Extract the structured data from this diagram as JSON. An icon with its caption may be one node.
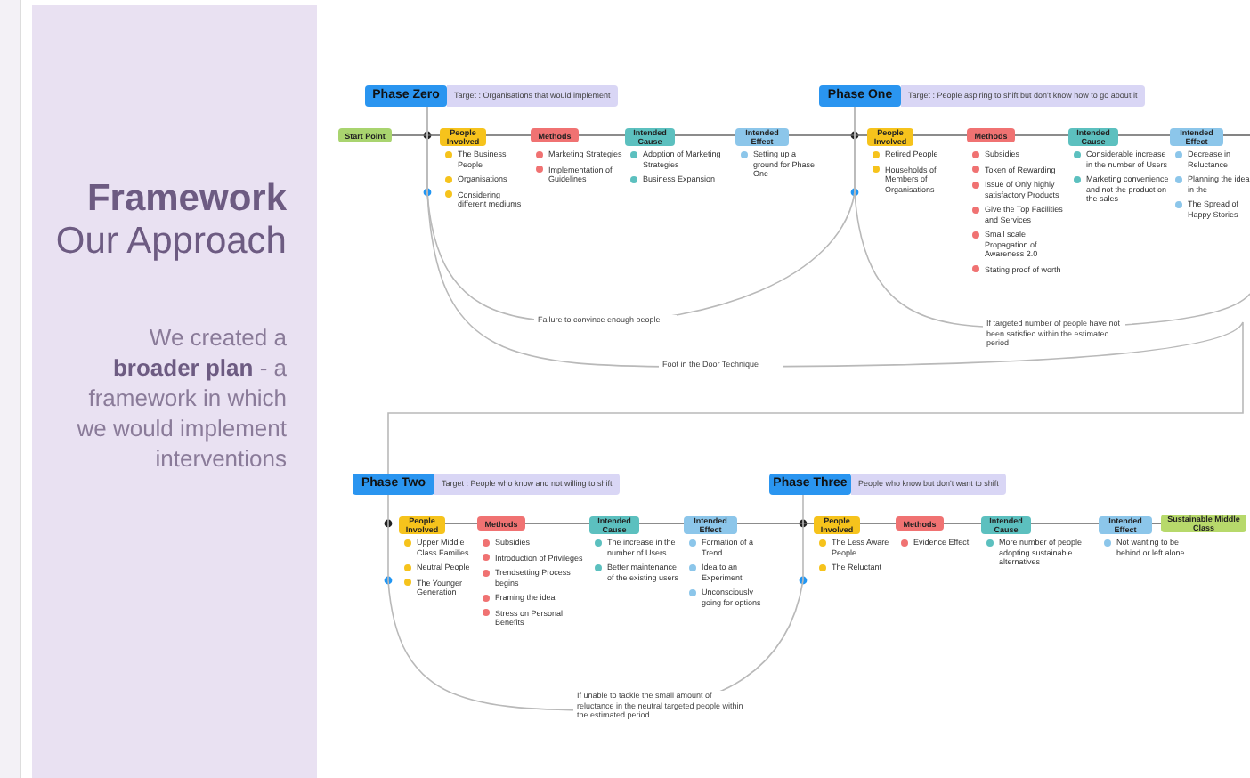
{
  "diagram": {
    "title": "Framework",
    "nodes": [
      {
        "text": [
          "Start Point"
        ]
      },
      {
        "text": [
          "Phase Zero",
          "Target : Organisations that would implement"
        ]
      },
      {
        "text": [
          "People Involved"
        ],
        "beside": [
          "The Business People",
          "Organisations",
          "Considering different mediums"
        ]
      },
      {
        "text": [
          "Methods"
        ],
        "beside": [
          "Marketing Strategies",
          "Implementation of Guidelines"
        ]
      },
      {
        "text": [
          "Intended Cause"
        ],
        "beside": [
          "Adoption of Marketing Strategies",
          "Business Expansion"
        ]
      },
      {
        "text": [
          "Intended Effect"
        ],
        "beside": [
          "Setting up a ground for Phase One"
        ]
      },
      {
        "text": [
          "Phase One",
          "Target : People aspiring to shift but don't know how to go about it"
        ]
      },
      {
        "text": [
          "People Involved"
        ],
        "beside": [
          "Retired People",
          "Households of Members of Organisations"
        ]
      },
      {
        "text": [
          "Methods"
        ],
        "beside": [
          "Subsidies",
          "Token of Rewarding",
          "Issue of Only highly satisfactory Products",
          "Give the Top Facilities and Services",
          "Small scale Propagation of Awareness 2.0",
          "Stating proof of worth"
        ]
      },
      {
        "text": [
          "Intended Cause"
        ],
        "beside": [
          "Considerable increase in the number of Users",
          "Marketing convenience and not the product on the sales"
        ]
      },
      {
        "text": [
          "Intended Effect"
        ],
        "beside": [
          "Decrease in Reluctance",
          "Planning the idea in the",
          "The Spread of Happy Stories"
        ]
      },
      {
        "text": [
          "Phase Two",
          "Target : People who know and not willing to shift"
        ]
      },
      {
        "text": [
          "People Involved"
        ],
        "beside": [
          "Upper Middle Class Families",
          "Neutral People",
          "The Younger Generation"
        ]
      },
      {
        "text": [
          "Methods"
        ],
        "beside": [
          "Subsidies",
          "Introduction of Privileges",
          "Trendsetting Process begins",
          "Framing the idea",
          "Stress on Personal Benefits"
        ]
      },
      {
        "text": [
          "Intended Cause"
        ],
        "beside": [
          "The increase in the number of Users",
          "Better maintenance of the existing users"
        ]
      },
      {
        "text": [
          "Intended Effect"
        ],
        "beside": [
          "Formation of a Trend",
          "Idea to an Experiment",
          "Unconsciously going for options"
        ]
      },
      {
        "text": [
          "Phase Three",
          "People who know but don't want to shift"
        ]
      },
      {
        "text": [
          "People Involved"
        ],
        "beside": [
          "The Less Aware People",
          "The Reluctant"
        ]
      },
      {
        "text": [
          "Methods"
        ],
        "beside": [
          "Evidence Effect"
        ]
      },
      {
        "text": [
          "Intended Cause"
        ],
        "beside": [
          "More number of people adopting sustainable alternatives"
        ]
      },
      {
        "text": [
          "Intended Effect"
        ],
        "beside": [
          "Not wanting to be behind or left alone"
        ]
      },
      {
        "text": [
          "Sustainable Middle Class"
        ]
      }
    ],
    "edges": [
      {
        "from": 0,
        "to": 2,
        "arrow": "none"
      },
      {
        "from": 2,
        "to": 3,
        "arrow": "none"
      },
      {
        "from": 3,
        "to": 4,
        "arrow": "none"
      },
      {
        "from": 4,
        "to": 5,
        "arrow": "none"
      },
      {
        "from": 5,
        "to": 7,
        "arrow": "none"
      },
      {
        "from": 7,
        "to": 8,
        "arrow": "none"
      },
      {
        "from": 8,
        "to": 9,
        "arrow": "none"
      },
      {
        "from": 9,
        "to": 10,
        "arrow": "none"
      },
      {
        "from": 10,
        "to": null,
        "arrow": "none"
      },
      {
        "from": 12,
        "to": 13,
        "arrow": "none"
      },
      {
        "from": 13,
        "to": 14,
        "arrow": "none"
      },
      {
        "from": 14,
        "to": 15,
        "arrow": "none"
      },
      {
        "from": 15,
        "to": 17,
        "arrow": "none"
      },
      {
        "from": 17,
        "to": 18,
        "arrow": "none"
      },
      {
        "from": 18,
        "to": 19,
        "arrow": "none"
      },
      {
        "from": 19,
        "to": 20,
        "arrow": "none"
      },
      {
        "from": 20,
        "to": 21,
        "arrow": "none"
      },
      {
        "from": 1,
        "to": 6,
        "arrow": "none",
        "label": "Failure to convince enough people"
      },
      {
        "from": 6,
        "to": null,
        "arrow": "none",
        "label": "If targeted number of people have not been satisfied within the estimated period"
      },
      {
        "from": 1,
        "to": 11,
        "arrow": "none",
        "label": "Foot in the Door Technique"
      },
      {
        "from": 11,
        "to": 16,
        "arrow": "none",
        "label": "If unable to tackle the small amount of reluctance in the neutral targeted people within the estimated period"
      }
    ],
    "labels": [
      "Our Approach",
      "We created a **broader plan** - a framework in which we would implement interventions"
    ]
  }
}
